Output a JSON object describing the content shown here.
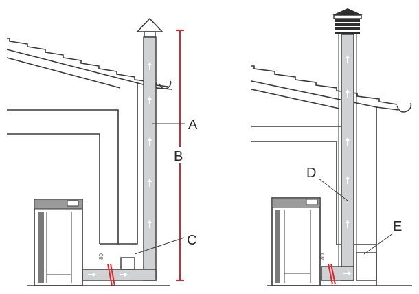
{
  "labels": {
    "a": "A",
    "b": "B",
    "c": "C",
    "d": "D",
    "e": "E"
  },
  "fitting_marks": {
    "left": "80",
    "right": "80"
  },
  "colors": {
    "pipe_fill": "#cfd1d3",
    "outline": "#3a3a3a",
    "measure_red": "#e0242a",
    "flow_arrow": "#ffffff"
  }
}
